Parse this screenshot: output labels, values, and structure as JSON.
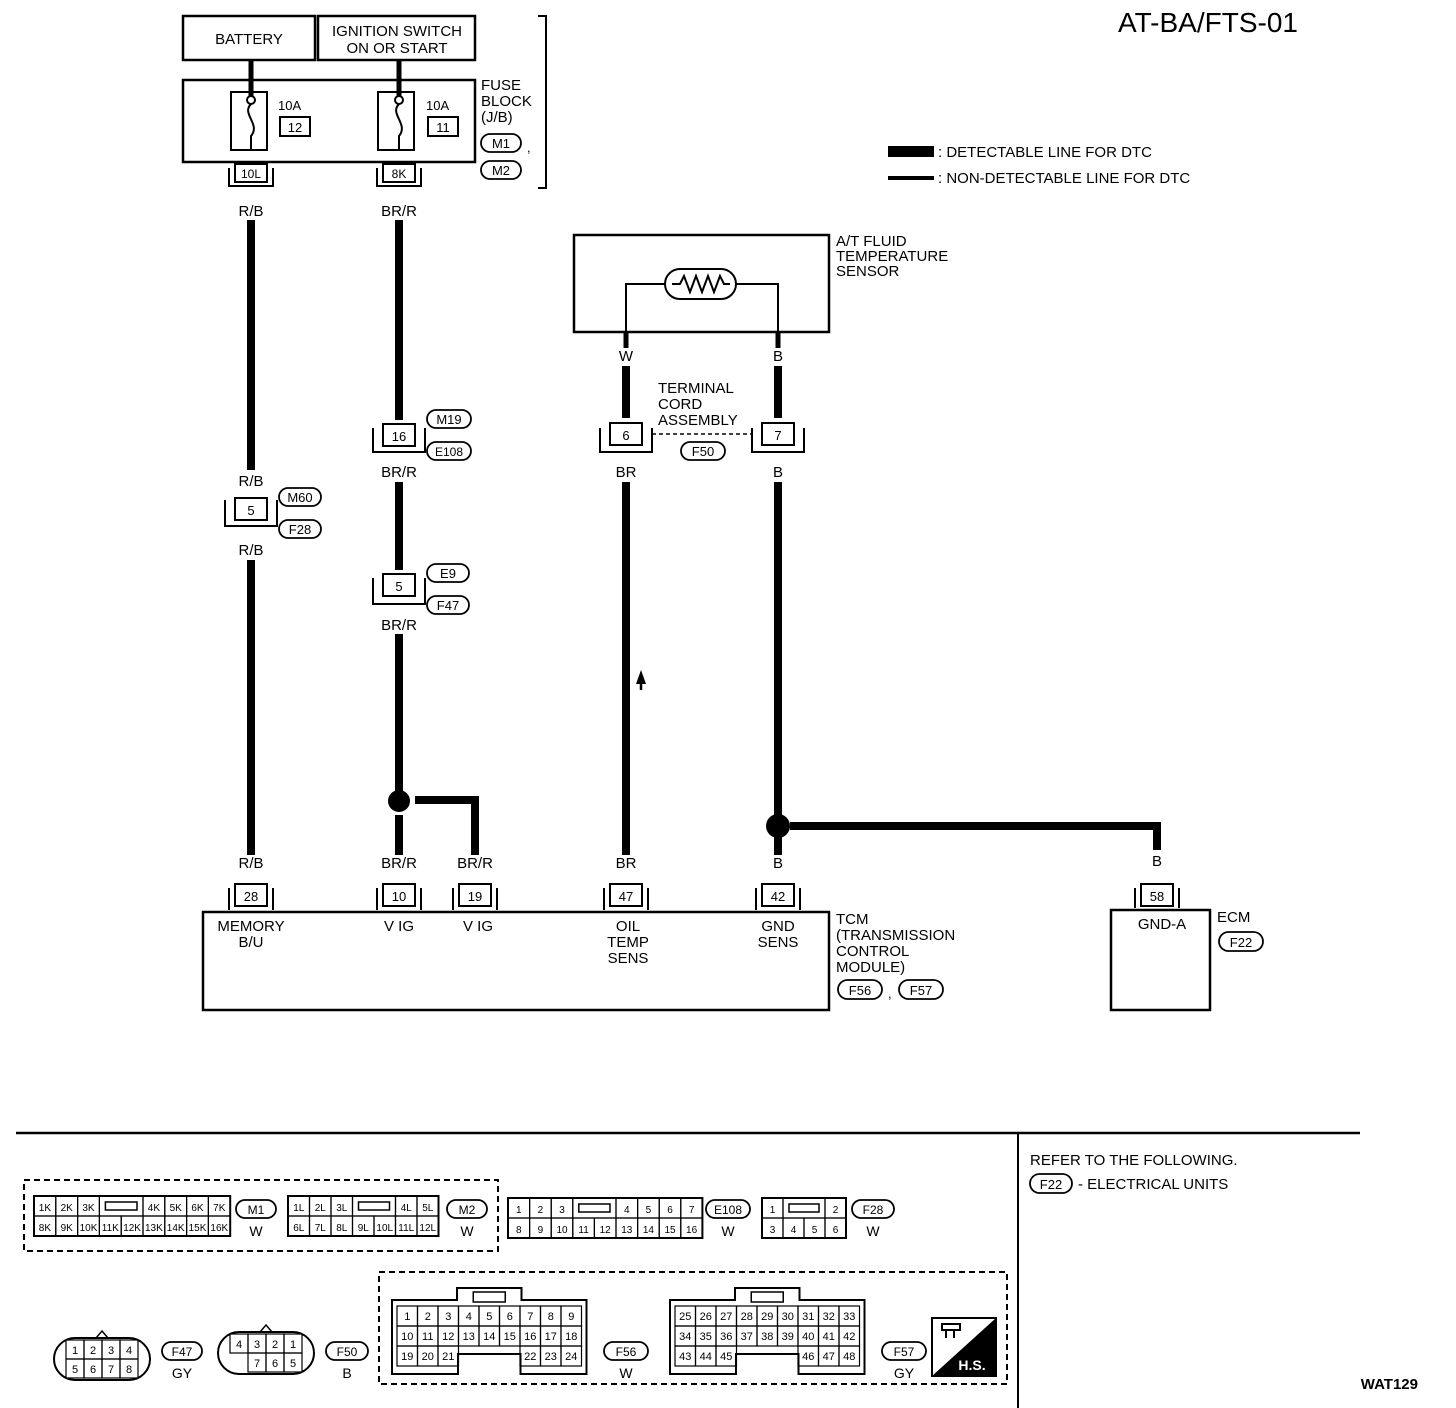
{
  "title": "AT-BA/FTS-01",
  "figure_id": "WAT129",
  "legend": {
    "detectable": ": DETECTABLE LINE FOR DTC",
    "non_detectable": ": NON-DETECTABLE LINE FOR DTC"
  },
  "power": {
    "battery": "BATTERY",
    "ignition_line1": "IGNITION SWITCH",
    "ignition_line2": "ON OR START",
    "fuse_block_line1": "FUSE",
    "fuse_block_line2": "BLOCK",
    "fuse_block_line3": "(J/B)",
    "fuse_block_conn1": "M1",
    "fuse_block_conn2": "M2",
    "fuse_block_sep": ",",
    "fuse1_rating": "10A",
    "fuse1_number": "12",
    "fuse2_rating": "10A",
    "fuse2_number": "11",
    "fuse1_terminal": "10L",
    "fuse2_terminal": "8K"
  },
  "wires": {
    "rb": "R/B",
    "brr": "BR/R",
    "w": "W",
    "b": "B",
    "br": "BR"
  },
  "connectors": {
    "m60_pin": "5",
    "m60": "M60",
    "f28": "F28",
    "m19_pin": "16",
    "m19": "M19",
    "e108": "E108",
    "e9_pin": "5",
    "e9": "E9",
    "f47": "F47",
    "f50_pin1": "6",
    "f50_pin2": "7",
    "f50": "F50"
  },
  "sensor": {
    "line1": "A/T FLUID",
    "line2": "TEMPERATURE",
    "line3": "SENSOR"
  },
  "terminal_cord": {
    "line1": "TERMINAL",
    "line2": "CORD",
    "line3": "ASSEMBLY"
  },
  "tcm": {
    "name_line1": "TCM",
    "name_line2": "(TRANSMISSION",
    "name_line3": "CONTROL",
    "name_line4": "MODULE)",
    "conn1": "F56",
    "conn2": "F57",
    "sep": ",",
    "pins": [
      {
        "num": "28",
        "line1": "MEMORY",
        "line2": "B/U",
        "line3": ""
      },
      {
        "num": "10",
        "line1": "V IG",
        "line2": "",
        "line3": ""
      },
      {
        "num": "19",
        "line1": "V IG",
        "line2": "",
        "line3": ""
      },
      {
        "num": "47",
        "line1": "OIL",
        "line2": "TEMP",
        "line3": "SENS"
      },
      {
        "num": "42",
        "line1": "GND",
        "line2": "SENS",
        "line3": ""
      }
    ]
  },
  "ecm": {
    "name": "ECM",
    "conn": "F22",
    "pin": "58",
    "pin_label": "GND-A"
  },
  "refer": {
    "line1": "REFER TO THE FOLLOWING.",
    "conn": "F22",
    "line2": "- ELECTRICAL UNITS"
  },
  "connector_views": {
    "m1": {
      "name": "M1",
      "color": "W",
      "top": [
        "1K",
        "2K",
        "3K",
        "",
        "4K",
        "5K",
        "6K",
        "7K"
      ],
      "bottom": [
        "8K",
        "9K",
        "10K",
        "11K",
        "12K",
        "13K",
        "14K",
        "15K",
        "16K"
      ]
    },
    "m2": {
      "name": "M2",
      "color": "W",
      "top": [
        "1L",
        "2L",
        "3L",
        "",
        "4L",
        "5L"
      ],
      "bottom": [
        "6L",
        "7L",
        "8L",
        "9L",
        "10L",
        "11L",
        "12L"
      ]
    },
    "e108": {
      "name": "E108",
      "color": "W",
      "top": [
        "1",
        "2",
        "3",
        "",
        "4",
        "5",
        "6",
        "7"
      ],
      "bottom": [
        "8",
        "9",
        "10",
        "11",
        "12",
        "13",
        "14",
        "15",
        "16"
      ]
    },
    "f28": {
      "name": "F28",
      "color": "W",
      "top": [
        "1",
        "",
        "2"
      ],
      "bottom": [
        "3",
        "4",
        "5",
        "6"
      ]
    },
    "f47": {
      "name": "F47",
      "color": "GY",
      "top": [
        "1",
        "2",
        "3",
        "4"
      ],
      "bottom": [
        "5",
        "6",
        "7",
        "8"
      ]
    },
    "f50": {
      "name": "F50",
      "color": "B",
      "top": [
        "4",
        "3",
        "2",
        "1"
      ],
      "bottom": [
        "",
        "7",
        "6",
        "5"
      ]
    },
    "f56": {
      "name": "F56",
      "color": "W",
      "rows": [
        [
          "1",
          "2",
          "3",
          "4",
          "5",
          "6",
          "7",
          "8",
          "9"
        ],
        [
          "10",
          "11",
          "12",
          "13",
          "14",
          "15",
          "16",
          "17",
          "18"
        ],
        [
          "19",
          "20",
          "21",
          "",
          "",
          "",
          "22",
          "23",
          "24"
        ]
      ]
    },
    "f57": {
      "name": "F57",
      "color": "GY",
      "rows": [
        [
          "25",
          "26",
          "27",
          "28",
          "29",
          "30",
          "31",
          "32",
          "33"
        ],
        [
          "34",
          "35",
          "36",
          "37",
          "38",
          "39",
          "40",
          "41",
          "42"
        ],
        [
          "43",
          "44",
          "45",
          "",
          "",
          "",
          "46",
          "47",
          "48"
        ]
      ]
    },
    "hs": "H.S."
  }
}
